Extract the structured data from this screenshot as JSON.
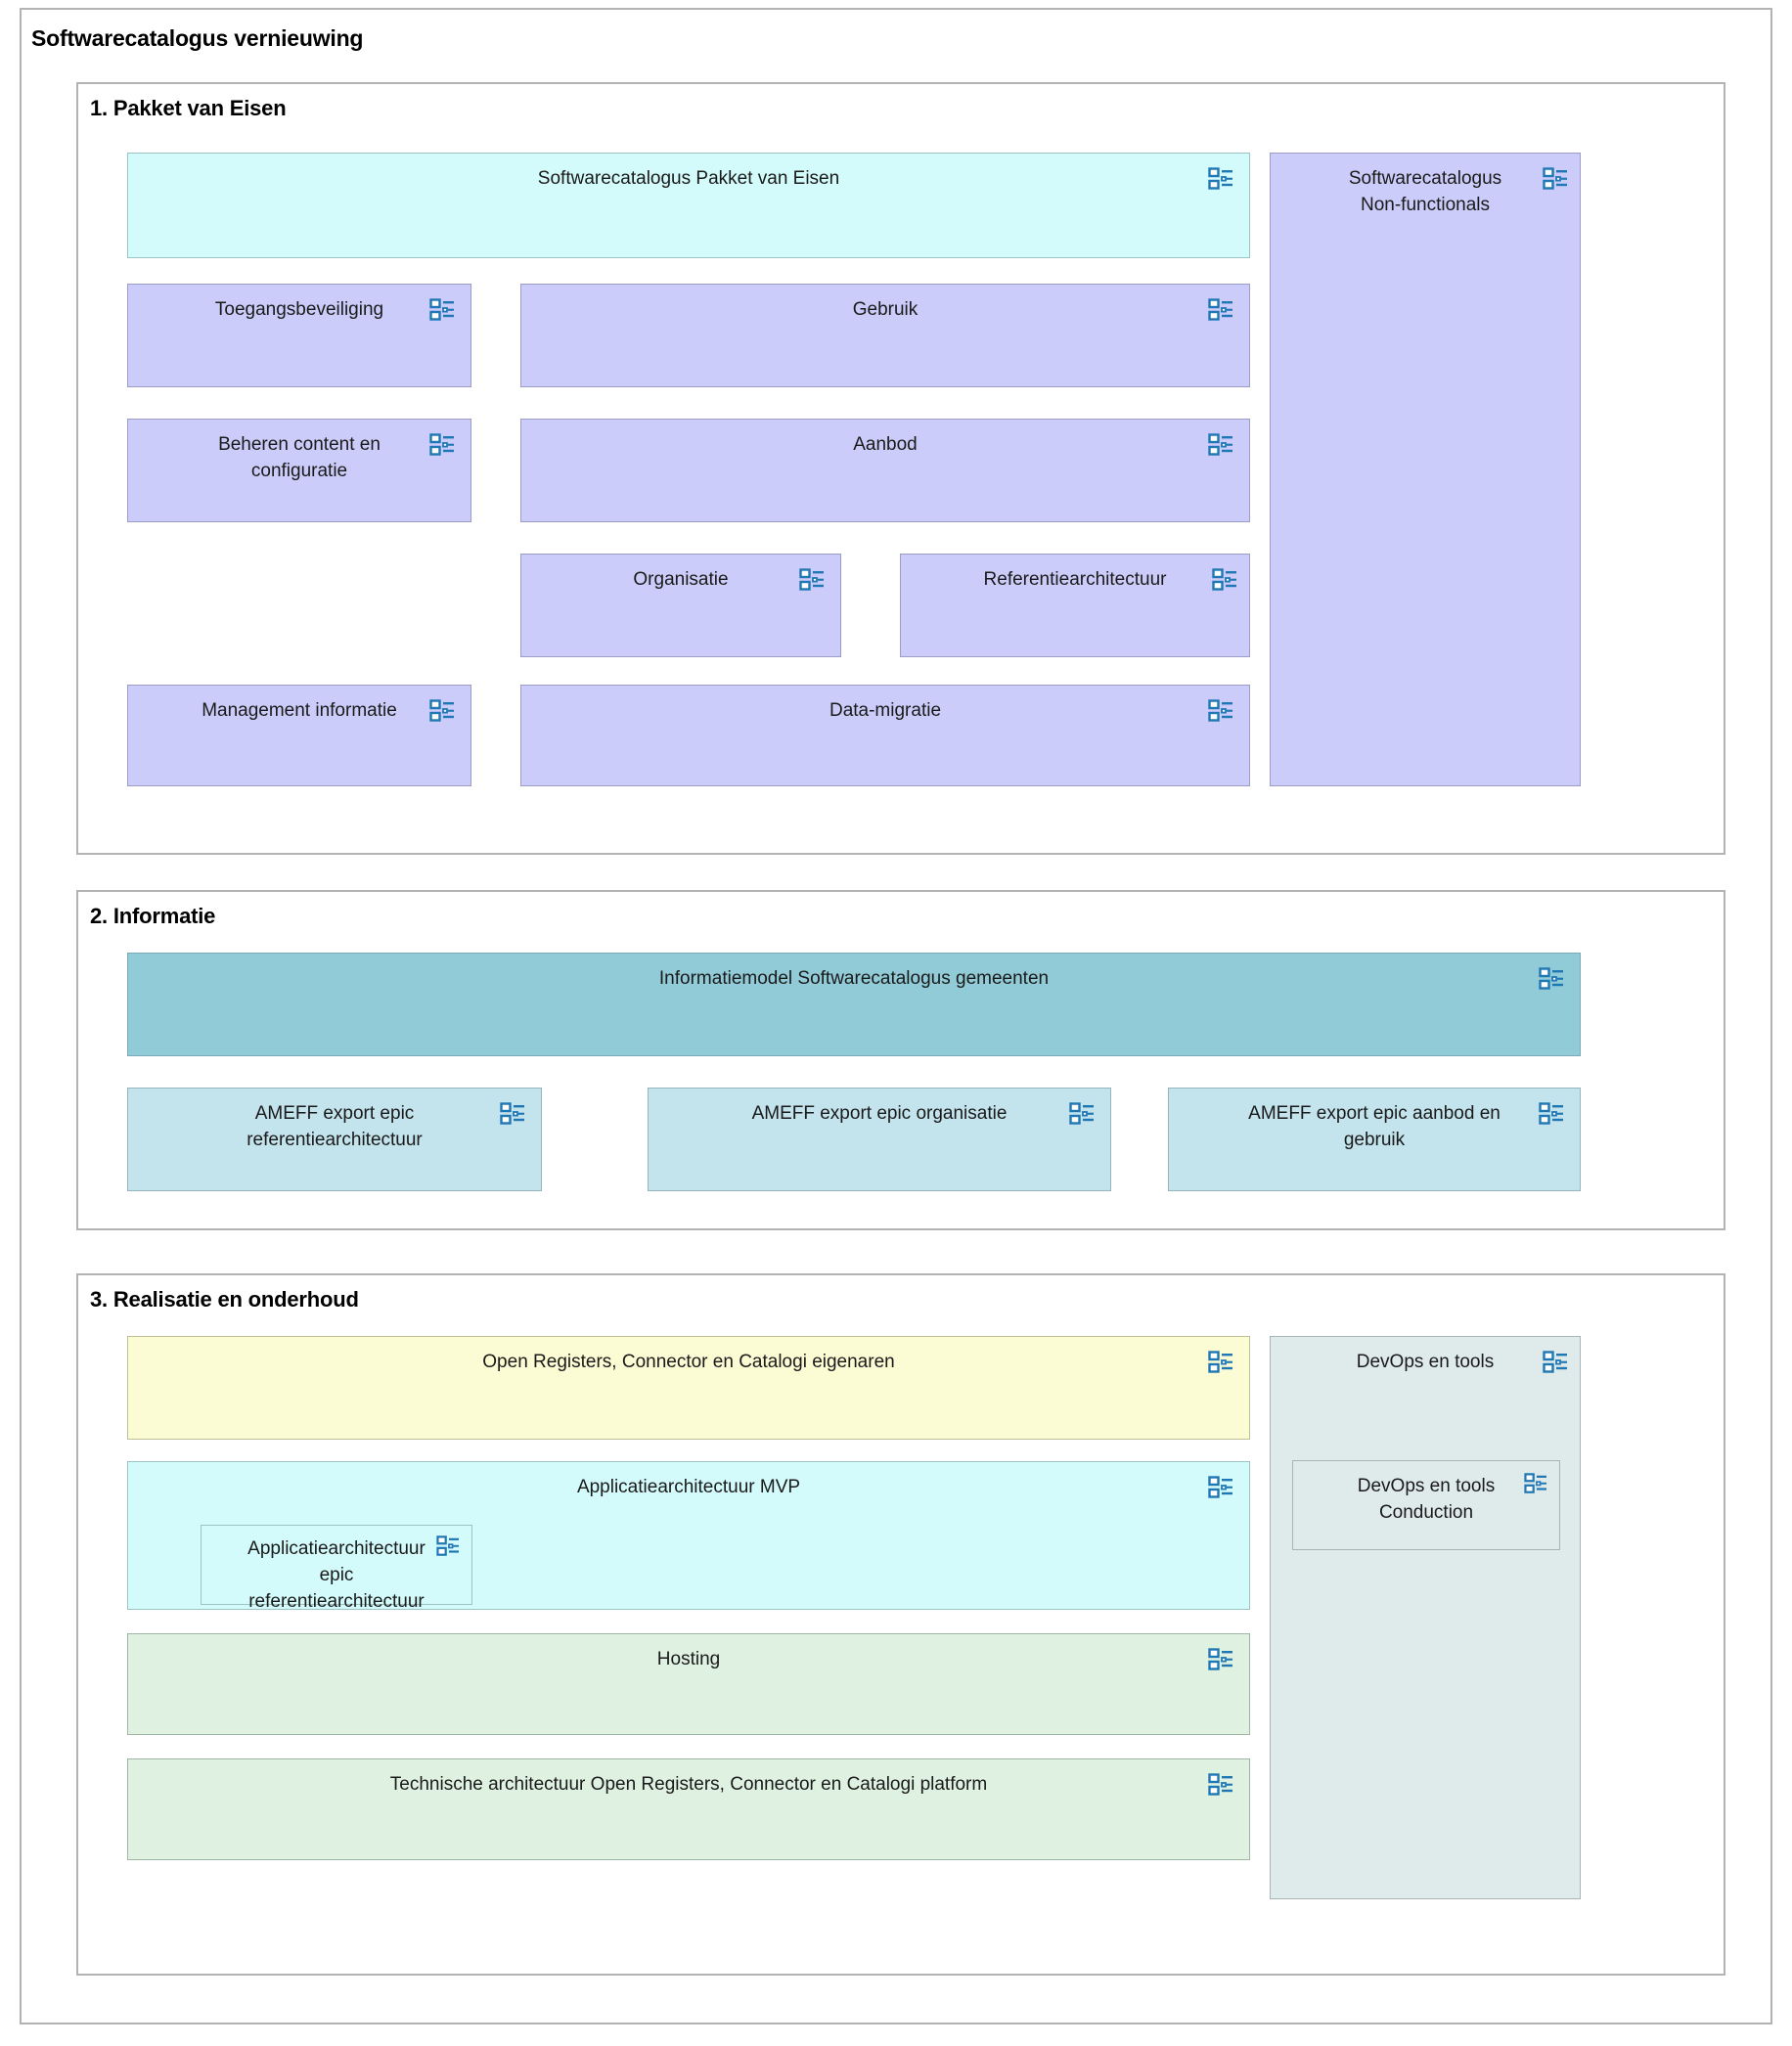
{
  "diagram": {
    "title": "Softwarecatalogus vernieuwing",
    "icon_name": "archimate-grouping-icon"
  },
  "sections": [
    {
      "id": "pakket-van-eisen",
      "title": "1. Pakket van Eisen"
    },
    {
      "id": "informatie",
      "title": "2. Informatie"
    },
    {
      "id": "realisatie",
      "title": "3. Realisatie en onderhoud"
    }
  ],
  "section1": {
    "pakket_van_eisen": "Softwarecatalogus Pakket van Eisen",
    "non_functionals": "Softwarecatalogus\nNon-functionals",
    "toegangsbeveiliging": "Toegangsbeveiliging",
    "gebruik": "Gebruik",
    "beheren_content": "Beheren content en\nconfiguratie",
    "aanbod": "Aanbod",
    "organisatie": "Organisatie",
    "referentiearchitectuur": "Referentiearchitectuur",
    "management_informatie": "Management informatie",
    "data_migratie": "Data-migratie"
  },
  "section2": {
    "informatiemodel": "Informatiemodel Softwarecatalogus gemeenten",
    "ameff_referentiearchitectuur": "AMEFF export epic\nreferentiearchitectuur",
    "ameff_organisatie": "AMEFF export epic organisatie",
    "ameff_aanbod_gebruik": "AMEFF export epic aanbod en\ngebruik"
  },
  "section3": {
    "open_registers": "Open Registers, Connector en Catalogi eigenaren",
    "applicatiearchitectuur_mvp": "Applicatiearchitectuur MVP",
    "applicatiearchitectuur_epic": "Applicatiearchitectuur epic\nreferentiearchitectuur",
    "hosting": "Hosting",
    "technische_architectuur": "Technische architectuur Open Registers, Connector en Catalogi platform",
    "devops_en_tools": "DevOps en tools",
    "devops_conduction": "DevOps en tools\nConduction"
  },
  "colors": {
    "frame_border": "#b3b3b3",
    "lavender": "#ccccfa",
    "cyan": "#d4fbfb",
    "teal": "#92cbd8",
    "light_blue": "#c3e3ed",
    "yellow": "#fbfbd4",
    "green": "#dff2e2",
    "gray_blue": "#dfeaeb",
    "icon": "#1f77b4"
  }
}
